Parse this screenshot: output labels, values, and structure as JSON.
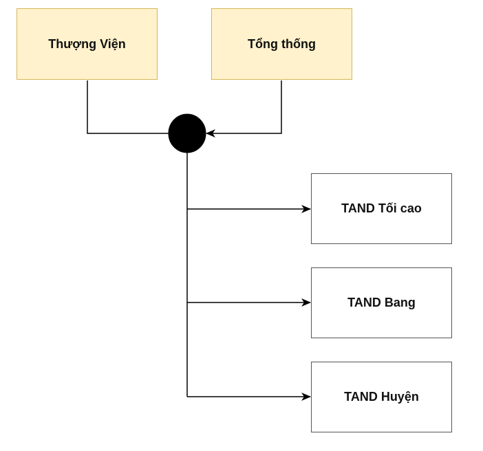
{
  "diagram": {
    "sources": [
      {
        "id": "thuong-vien",
        "label": "Thượng Viện"
      },
      {
        "id": "tong-thong",
        "label": "Tổng thống"
      }
    ],
    "junction": {
      "id": "junction"
    },
    "targets": [
      {
        "id": "tand-toi-cao",
        "label": "TAND Tối cao"
      },
      {
        "id": "tand-bang",
        "label": "TAND Bang"
      },
      {
        "id": "tand-huyen",
        "label": "TAND Huyện"
      }
    ],
    "edges": [
      {
        "from": "thuong-vien",
        "to": "junction"
      },
      {
        "from": "tong-thong",
        "to": "junction"
      },
      {
        "from": "junction",
        "to": "tand-toi-cao"
      },
      {
        "from": "junction",
        "to": "tand-bang"
      },
      {
        "from": "junction",
        "to": "tand-huyen"
      }
    ],
    "colors": {
      "source_fill": "#fff2cc",
      "source_border": "#d6b656",
      "target_fill": "#ffffff",
      "target_border": "#555555",
      "junction_fill": "#000000",
      "edge": "#000000"
    }
  }
}
